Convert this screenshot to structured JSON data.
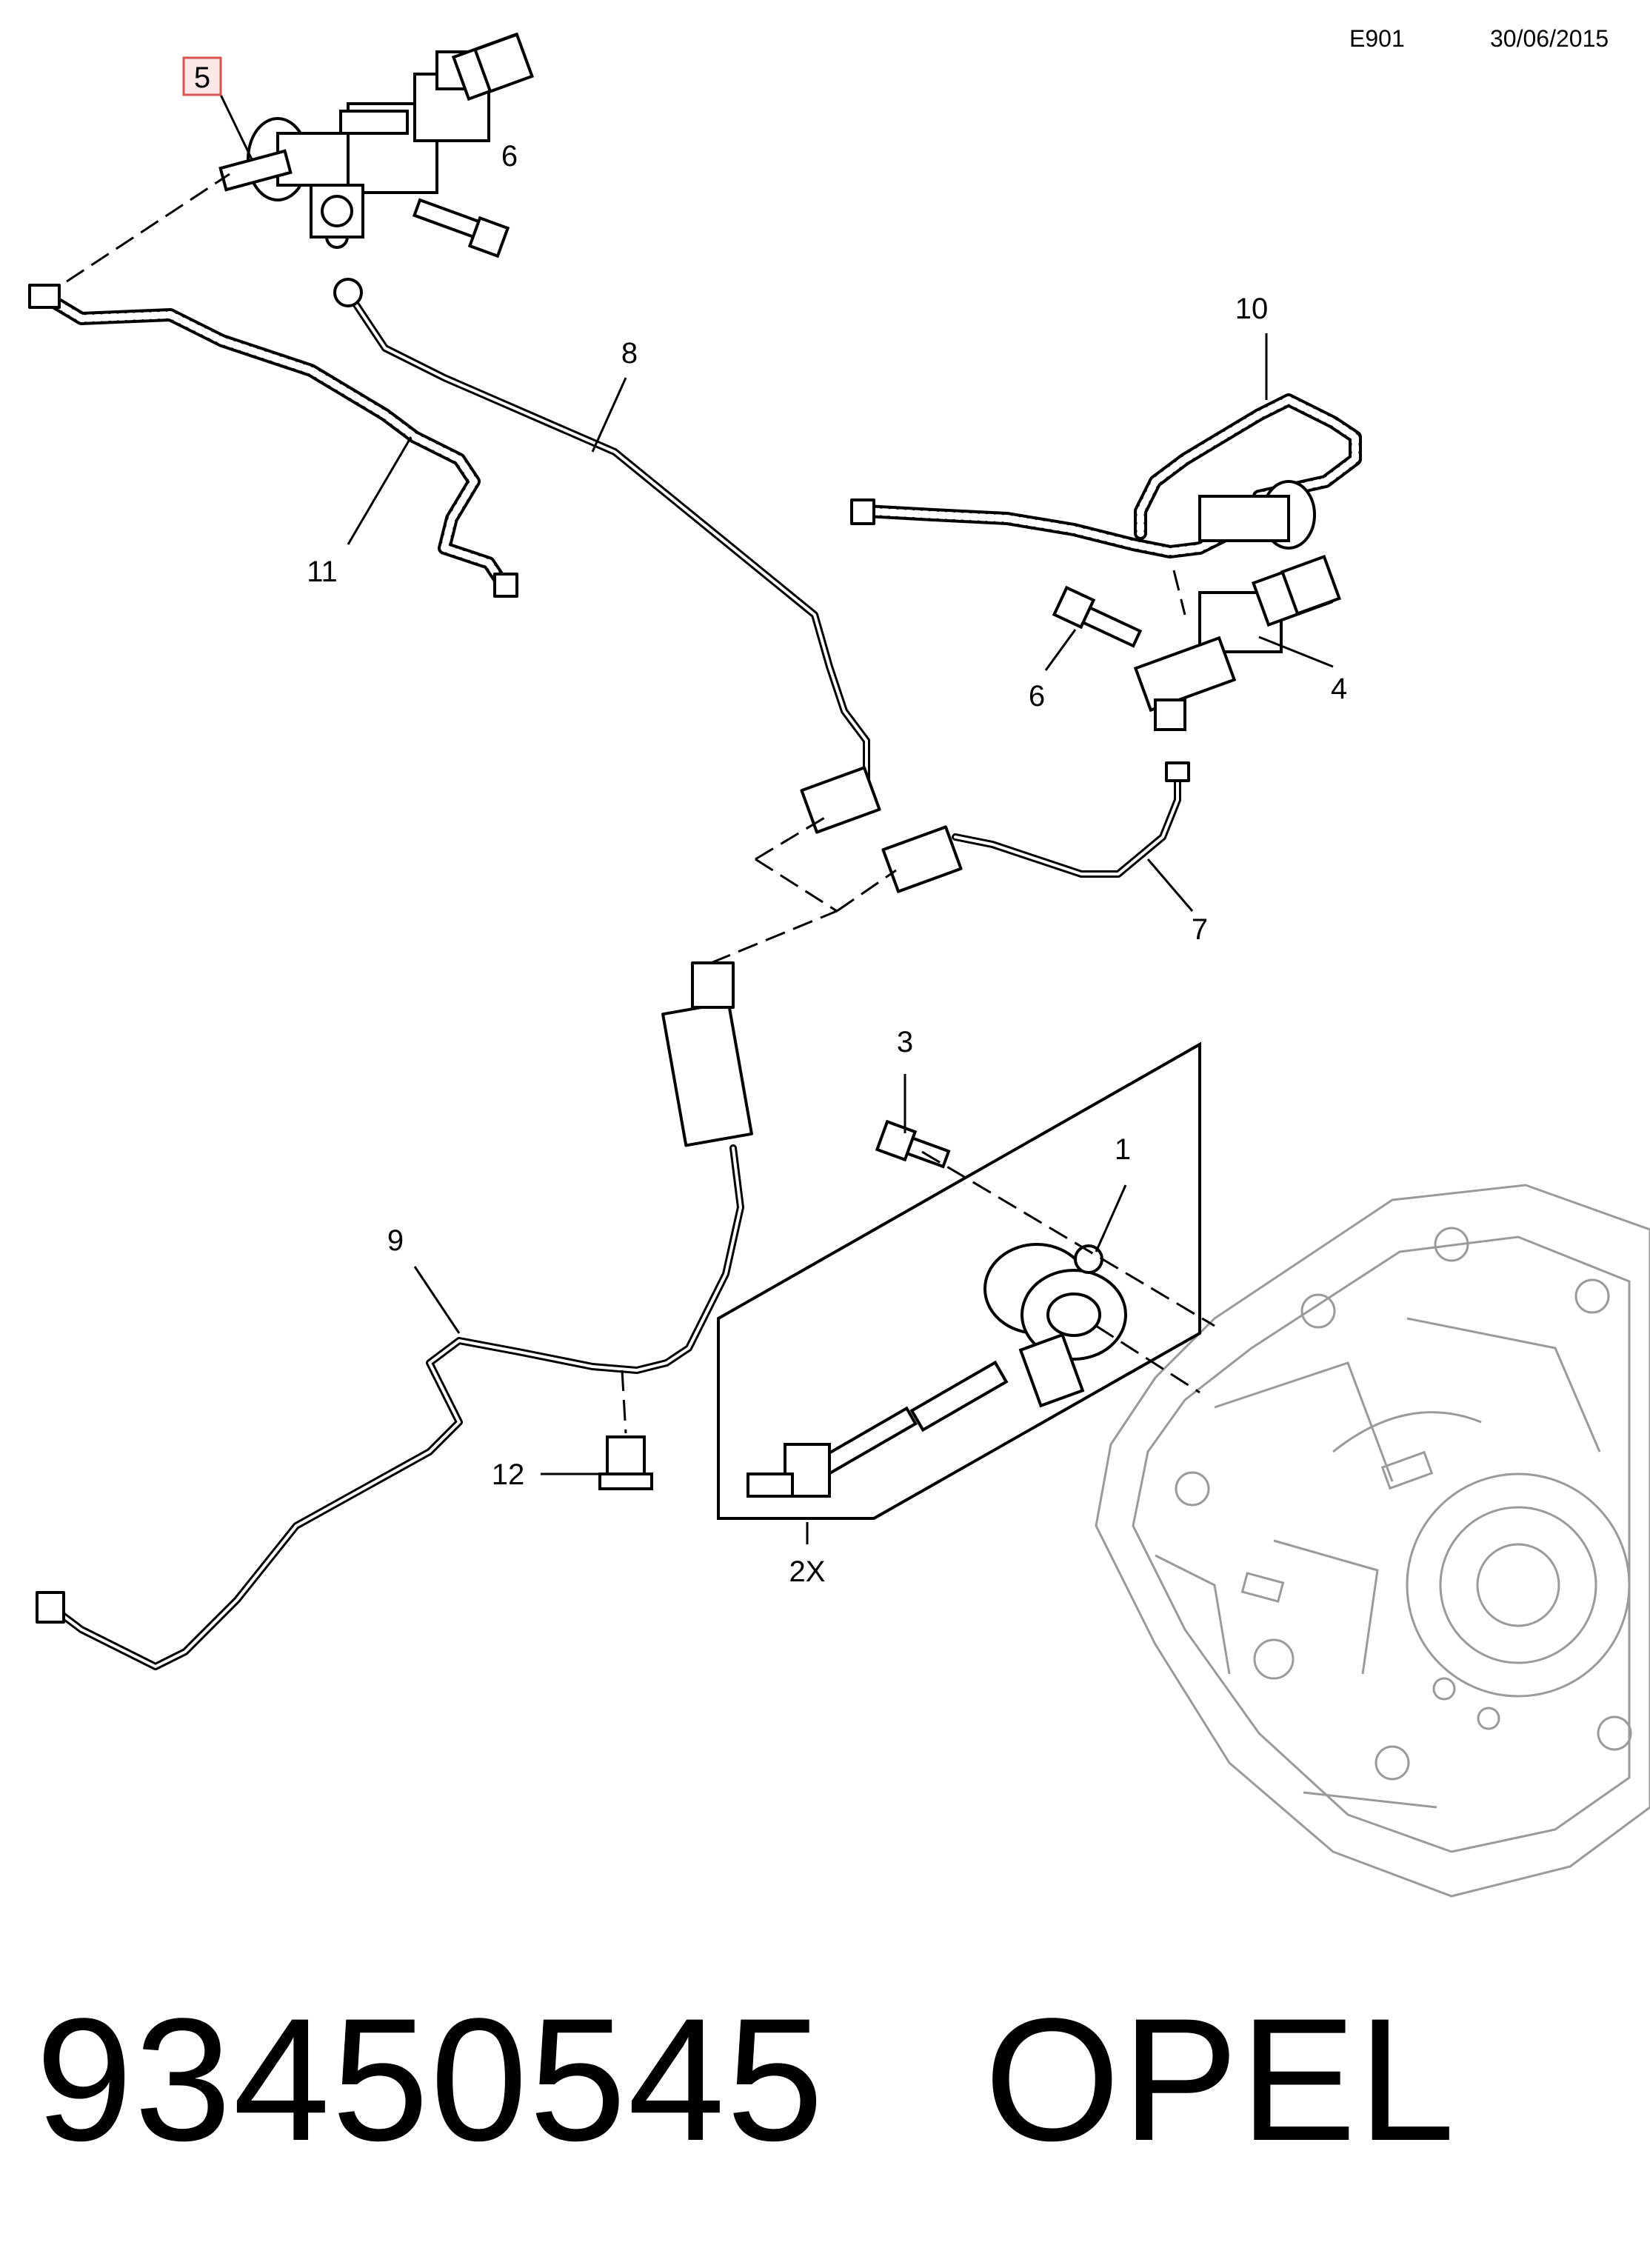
{
  "header": {
    "diagram_code": "E901",
    "date": "30/06/2015"
  },
  "callouts": [
    {
      "id": "5",
      "label": "5",
      "highlighted": true
    },
    {
      "id": "6a",
      "label": "6"
    },
    {
      "id": "10",
      "label": "10"
    },
    {
      "id": "8",
      "label": "8"
    },
    {
      "id": "11",
      "label": "11"
    },
    {
      "id": "6b",
      "label": "6"
    },
    {
      "id": "4",
      "label": "4"
    },
    {
      "id": "7",
      "label": "7"
    },
    {
      "id": "3",
      "label": "3"
    },
    {
      "id": "1",
      "label": "1"
    },
    {
      "id": "9",
      "label": "9"
    },
    {
      "id": "12",
      "label": "12"
    },
    {
      "id": "2x",
      "label": "2X"
    }
  ],
  "footer": {
    "part_number": "93450545",
    "brand": "OPEL"
  },
  "colors": {
    "line": "#000000",
    "housing": "#9a9a9a",
    "highlight_box": "#d9534f",
    "highlight_fill": "#fde8e8"
  }
}
